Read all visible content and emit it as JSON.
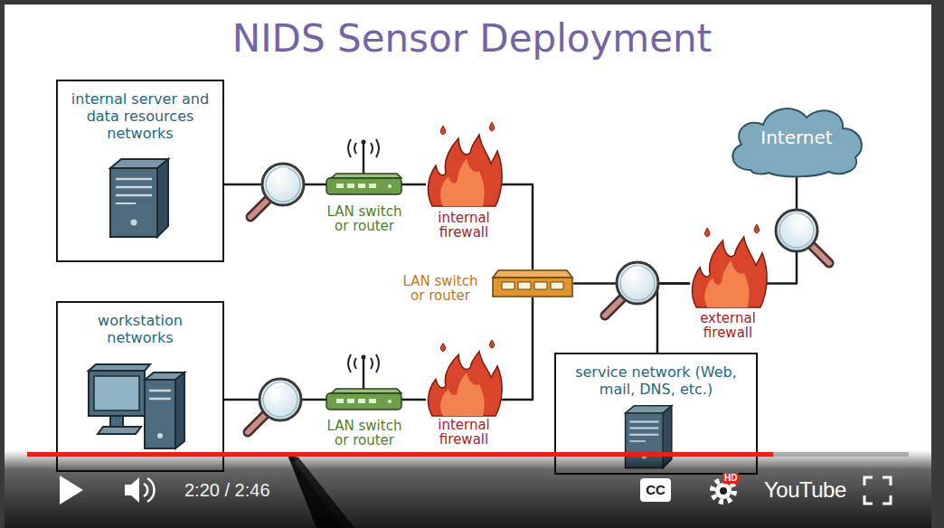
{
  "diagram": {
    "title": "NIDS Sensor Deployment",
    "nodes": [
      {
        "text": [
          "internal server and data resources networks"
        ]
      },
      {
        "text": [
          "LAN switch or router"
        ]
      },
      {
        "text": [
          "internal firewall"
        ]
      },
      {
        "text": [
          "Internet"
        ]
      },
      {
        "text": [
          "LAN switch or router"
        ]
      },
      {
        "text": [
          "external firewall"
        ]
      },
      {
        "text": [
          "workstation networks"
        ]
      },
      {
        "text": [
          "LAN switch or router"
        ]
      },
      {
        "text": [
          "internal firewall"
        ]
      },
      {
        "text": [
          "service network (Web, mail, DNS, etc.)"
        ]
      }
    ],
    "edges": [
      {
        "from": 0,
        "to": 1,
        "arrow": "none"
      },
      {
        "from": 1,
        "to": 2,
        "arrow": "none"
      },
      {
        "from": 2,
        "to": 4,
        "arrow": "none"
      },
      {
        "from": 6,
        "to": 7,
        "arrow": "none"
      },
      {
        "from": 7,
        "to": 8,
        "arrow": "none"
      },
      {
        "from": 8,
        "to": 4,
        "arrow": "none"
      },
      {
        "from": 4,
        "to": 5,
        "arrow": "none"
      },
      {
        "from": 5,
        "to": 3,
        "arrow": "none"
      },
      {
        "from": 5,
        "to": 9,
        "arrow": "none"
      }
    ],
    "labels": [
      "2:20 / 2:46",
      "CC",
      "HD",
      "YouTube"
    ]
  }
}
